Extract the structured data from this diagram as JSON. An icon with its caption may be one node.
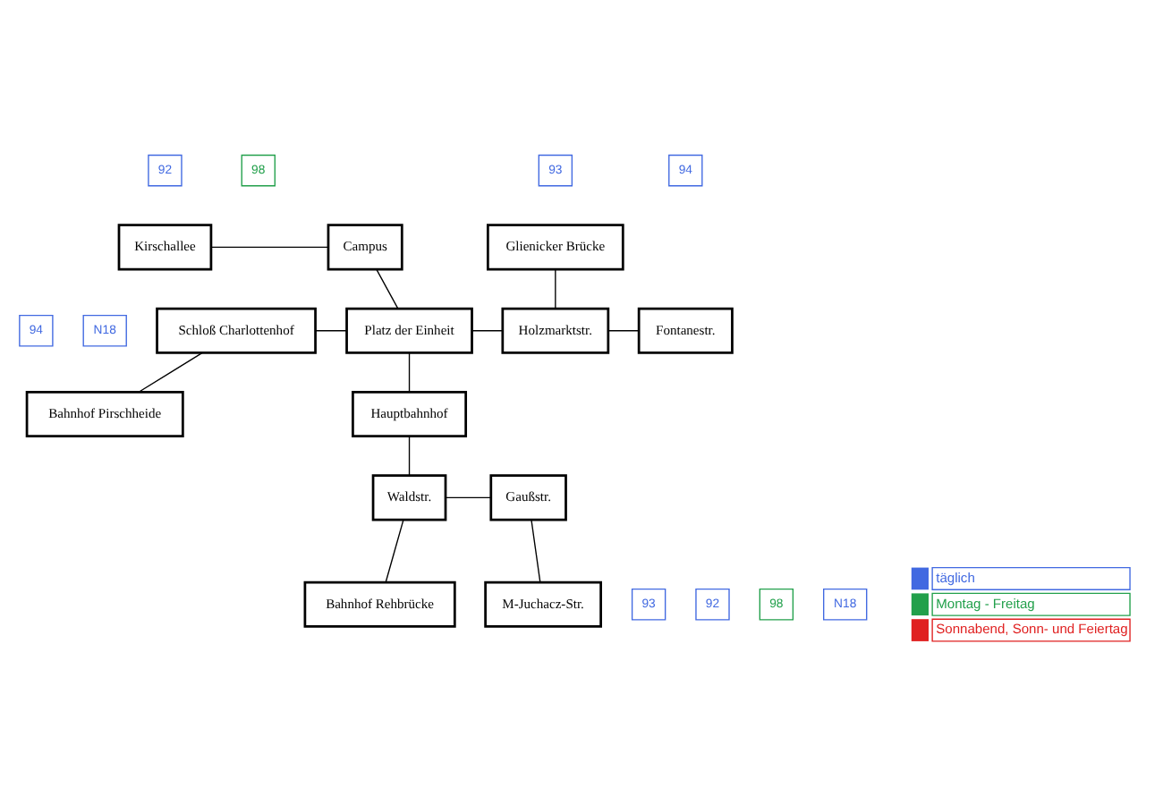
{
  "diagram": {
    "nodes": [
      {
        "text": [
          "92"
        ]
      },
      {
        "text": [
          "Kirschallee"
        ]
      },
      {
        "text": [
          "Campus"
        ]
      },
      {
        "text": [
          "93"
        ]
      },
      {
        "text": [
          "Glienicker Brücke"
        ]
      },
      {
        "text": [
          "98"
        ]
      },
      {
        "text": [
          "94"
        ]
      },
      {
        "text": [
          "Schloß Charlottenhof"
        ]
      },
      {
        "text": [
          "Platz der Einheit"
        ]
      },
      {
        "text": [
          "Holzmarktstr."
        ]
      },
      {
        "text": [
          "Fontanestr."
        ]
      },
      {
        "text": [
          "Bahnhof Pirschheide"
        ]
      },
      {
        "text": [
          "Hauptbahnhof"
        ]
      },
      {
        "text": [
          "94"
        ]
      },
      {
        "text": [
          "N18"
        ]
      },
      {
        "text": [
          "Waldstr."
        ]
      },
      {
        "text": [
          "Gaußstr."
        ]
      },
      {
        "text": [
          "Bahnhof Rehbrücke"
        ]
      },
      {
        "text": [
          "93"
        ]
      },
      {
        "text": [
          "92"
        ]
      },
      {
        "text": [
          "98"
        ]
      },
      {
        "text": [
          "N18"
        ]
      },
      {
        "text": [
          "M-Juchacz-Str."
        ]
      }
    ],
    "edges": [
      {
        "from": 1,
        "to": 2,
        "arrow": "none"
      },
      {
        "from": 2,
        "to": 8,
        "arrow": "none"
      },
      {
        "from": 7,
        "to": 8,
        "arrow": "none"
      },
      {
        "from": 8,
        "to": 9,
        "arrow": "none"
      },
      {
        "from": 9,
        "to": 4,
        "arrow": "none"
      },
      {
        "from": 9,
        "to": 10,
        "arrow": "none"
      },
      {
        "from": 7,
        "to": 11,
        "arrow": "none"
      },
      {
        "from": 8,
        "to": 12,
        "arrow": "none"
      },
      {
        "from": 12,
        "to": 15,
        "arrow": "none"
      },
      {
        "from": 15,
        "to": 16,
        "arrow": "none"
      },
      {
        "from": 16,
        "to": 22,
        "arrow": "none"
      },
      {
        "from": 15,
        "to": 17,
        "arrow": "none"
      }
    ],
    "legend": [
      {
        "text": "täglich",
        "color": "#4169e1"
      },
      {
        "text": "Montag - Freitag",
        "color": "#22a04b"
      },
      {
        "text": "Sonnabend, Sonn- und Feiertag",
        "color": "#e02020"
      }
    ]
  }
}
